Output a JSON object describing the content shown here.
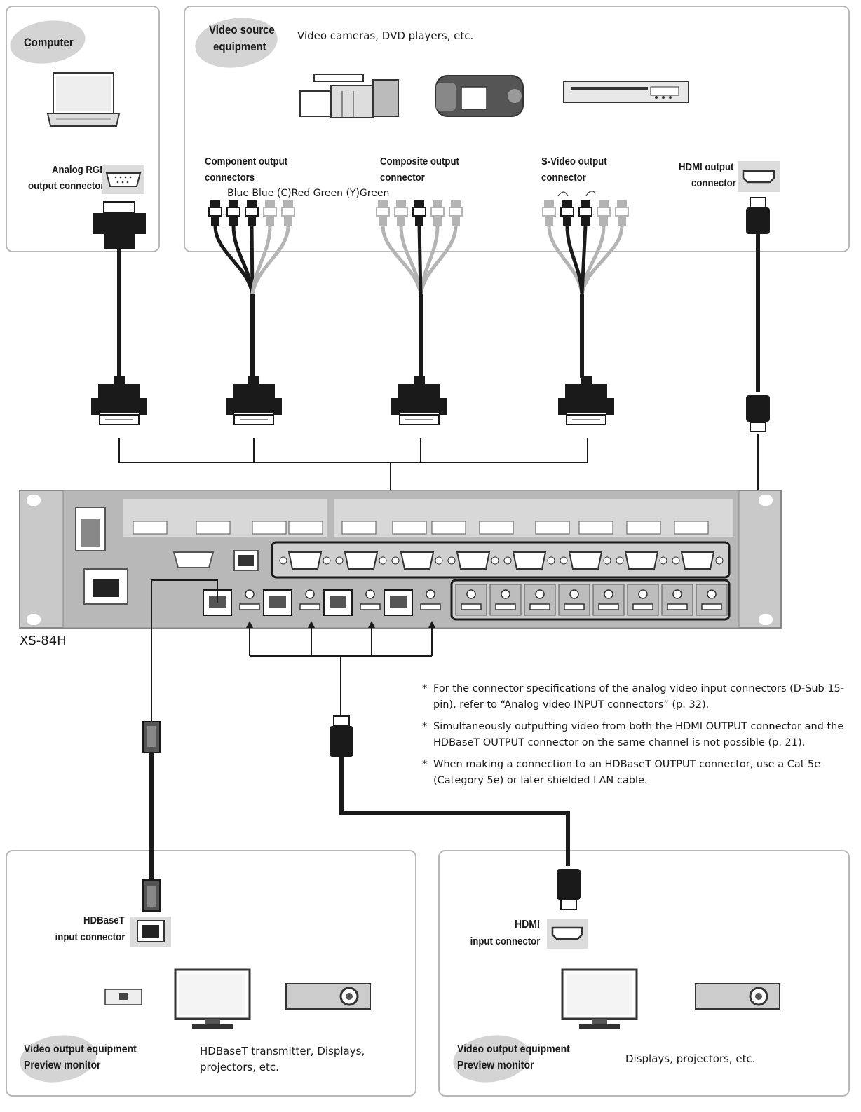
{
  "computer": {
    "title": "Computer",
    "connector_line1": "Analog RGB",
    "connector_line2": "output connector"
  },
  "video_source": {
    "title_line1": "Video source",
    "title_line2": "equipment",
    "description": "Video cameras, DVD players, etc.",
    "component_line1": "Component output",
    "component_line2": "connectors",
    "component_colors": "Blue Blue (C)Red Green (Y)Green",
    "composite_line1": "Composite output",
    "composite_line2": "connector",
    "svideo_line1": "S-Video output",
    "svideo_line2": "connector",
    "hdmi_line1": "HDMI output",
    "hdmi_line2": "connector"
  },
  "device": {
    "model": "XS-84H"
  },
  "notes": [
    "For the connector specifications of the analog video input connectors (D-Sub 15-pin), refer to “Analog video INPUT connectors” (p. 32).",
    "Simultaneously outputting video from both the HDMI OUTPUT connector and the HDBaseT OUTPUT connector on the same channel is not possible (p. 21).",
    "When making a connection to an HDBaseT OUTPUT connector, use a Cat 5e (Category 5e) or later shielded LAN cable."
  ],
  "note_marker": "*",
  "output_left": {
    "connector_line1": "HDBaseT",
    "connector_line2": "input connector",
    "title_line1": "Video output equipment",
    "title_line2": "Preview monitor",
    "description_line1": "HDBaseT transmitter, Displays,",
    "description_line2": "projectors, etc."
  },
  "output_right": {
    "connector_line1": "HDMI",
    "connector_line2": "input connector",
    "title_line1": "Video output equipment",
    "title_line2": "Preview monitor",
    "description": "Displays, projectors, etc."
  },
  "colors": {
    "cable_dark": "#1a1a1a",
    "cable_light": "#b4b4b4",
    "panel_border": "#b9b9b9",
    "device_body": "#c9c9c9",
    "label_pill": "#d4d4d4"
  },
  "icons": [
    "laptop-icon",
    "video-camera-icon",
    "camcorder-icon",
    "dvd-player-icon",
    "vga-port-icon",
    "hdmi-port-icon",
    "lan-port-icon",
    "monitor-icon",
    "projector-icon",
    "hdbaset-transmitter-icon"
  ]
}
